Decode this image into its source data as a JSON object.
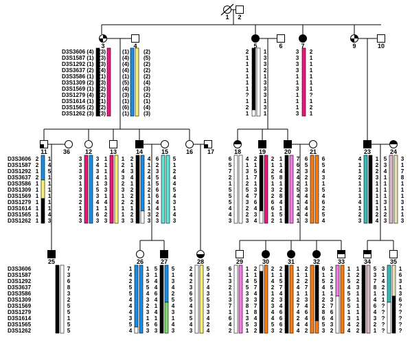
{
  "colors": {
    "black": "#000000",
    "magenta": "#e8197a",
    "blue": "#1e8ce0",
    "yellow": "#f6f07a",
    "cyan": "#5fe6d8",
    "orange": "#f47d18",
    "pink": "#f07ce0",
    "teal": "#3cb8b8",
    "mauve": "#d8b8c8",
    "beige": "#e8e0b8",
    "green": "#80d870",
    "white": "#ffffff"
  },
  "individuals": [
    {
      "id": "1",
      "sex": "F",
      "status": "deceased"
    },
    {
      "id": "2",
      "sex": "M"
    },
    {
      "id": "3",
      "sex": "F",
      "status": "half"
    },
    {
      "id": "4",
      "sex": "M"
    },
    {
      "id": "5",
      "sex": "F",
      "status": "affected"
    },
    {
      "id": "6",
      "sex": "M"
    },
    {
      "id": "7",
      "sex": "F",
      "status": "affected"
    },
    {
      "id": "9",
      "sex": "F",
      "status": "half"
    },
    {
      "id": "10",
      "sex": "M"
    },
    {
      "id": "11",
      "sex": "M",
      "status": "quarter"
    },
    {
      "id": "36",
      "sex": "F"
    },
    {
      "id": "12",
      "sex": "F"
    },
    {
      "id": "13",
      "sex": "M"
    },
    {
      "id": "14",
      "sex": "M",
      "status": "affected"
    },
    {
      "id": "15",
      "sex": "F"
    },
    {
      "id": "16",
      "sex": "F"
    },
    {
      "id": "17",
      "sex": "M",
      "status": "quarter"
    },
    {
      "id": "18",
      "sex": "F",
      "status": "tophalf"
    },
    {
      "id": "19",
      "sex": "M",
      "status": "affected"
    },
    {
      "id": "20",
      "sex": "M",
      "status": "affected"
    },
    {
      "id": "21",
      "sex": "F"
    },
    {
      "id": "23",
      "sex": "M",
      "status": "affected"
    },
    {
      "id": "24",
      "sex": "F",
      "status": "tophalf"
    },
    {
      "id": "25",
      "sex": "M",
      "status": "affected"
    },
    {
      "id": "26",
      "sex": "F"
    },
    {
      "id": "27",
      "sex": "M",
      "status": "affected"
    },
    {
      "id": "28",
      "sex": "F",
      "status": "bottomhalf"
    },
    {
      "id": "29",
      "sex": "M"
    },
    {
      "id": "30",
      "sex": "F",
      "status": "affected"
    },
    {
      "id": "31",
      "sex": "F",
      "status": "affected"
    },
    {
      "id": "32",
      "sex": "F",
      "status": "affected"
    },
    {
      "id": "33",
      "sex": "M",
      "status": "tophalf"
    },
    {
      "id": "34",
      "sex": "M",
      "status": "tophalf"
    },
    {
      "id": "35",
      "sex": "M"
    }
  ],
  "marker_lists": {
    "gen2": [
      "D3S3606 (4)",
      "D3S1587 (1)",
      "D3S1292 (1)",
      "D3S3637 (2)",
      "D3S3586 (1)",
      "D3S1309 (2)",
      "D3S1569 (1)",
      "D3S1279 (4)",
      "D3S1614 (1)",
      "D3S1565 (2)",
      "D3S1262 (3)"
    ],
    "gen3": [
      "D3S3606",
      "D3S1587",
      "D3S1292",
      "D3S3637",
      "D3S3586",
      "D3S1309",
      "D3S1569",
      "D3S1279",
      "D3S1614",
      "D3S1565",
      "D3S1262"
    ],
    "gen4": [
      "D3S3606",
      "D3S1587",
      "D3S1292",
      "D3S3637",
      "D3S3586",
      "D3S1309",
      "D3S1569",
      "D3S1279",
      "D3S1614",
      "D3S1565",
      "D3S1262"
    ]
  },
  "haplotypes": {
    "3": [
      [
        "(3)",
        "(3)",
        "(3)",
        "(4)",
        "(1)",
        "(3)",
        "(2)",
        "(2)",
        "(1)",
        "(2)",
        "(3)"
      ]
    ],
    "4": [
      [
        "(1)",
        "(4)",
        "(4)",
        "(4)",
        "(1)",
        "(5)",
        "(4)",
        "(3)",
        "(1)",
        "(6)",
        "(1)"
      ],
      [
        "(2)",
        "(5)",
        "(2)",
        "(2)",
        "(2)",
        "(4)",
        "(3)",
        "(2)",
        "(1)",
        "(4)",
        "(3)"
      ]
    ],
    "5": [
      [
        "2",
        "1",
        "1",
        "1",
        "1",
        "1",
        "1",
        "?",
        "1",
        "2",
        "1"
      ],
      [
        "1",
        "3",
        "3",
        "2",
        "1",
        "3",
        "3",
        "3",
        "1",
        "3",
        "1"
      ]
    ],
    "7": [
      [
        "3",
        "3",
        "3",
        "3",
        "1",
        "1",
        "3",
        "1",
        "1",
        "1",
        "3"
      ],
      [
        "2",
        "1",
        "1",
        "1",
        "1",
        "1",
        "1",
        "?",
        "1",
        "2",
        "1"
      ]
    ],
    "11": [
      [
        "2",
        "2",
        "1",
        "2",
        "1",
        "1",
        "1",
        "1",
        "1",
        "1",
        "1"
      ],
      [
        "1",
        "4",
        "5",
        "1",
        "1",
        "1",
        "1",
        "1",
        "1",
        "4",
        "3"
      ]
    ],
    "12": [
      [
        "3",
        "3",
        "3",
        "3",
        "1",
        "3",
        "3",
        "2",
        "1",
        "2",
        "3"
      ],
      [
        "3",
        "4",
        "3",
        "4",
        "1",
        "5",
        "3",
        "4",
        "1",
        "6",
        "3"
      ]
    ],
    "13": [
      [
        "1",
        "1",
        "1",
        "1",
        "3",
        "3",
        "1",
        "4",
        "1",
        "2",
        "3"
      ],
      [
        "1",
        "2",
        "4",
        "3",
        "2",
        "3",
        "1",
        "2",
        "1",
        "1",
        "3"
      ]
    ],
    "14": [
      [
        "2",
        "1",
        "3",
        "4",
        "1",
        "2",
        "2",
        "2",
        "1",
        "2",
        "3"
      ],
      [
        "4",
        "1",
        "2",
        "4",
        "1",
        "2",
        "1",
        "1",
        "1",
        "3",
        "3"
      ]
    ],
    "15": [
      [
        "6",
        "2",
        "3",
        "5",
        "5",
        "6",
        "6",
        "4",
        "4",
        "2",
        "3"
      ],
      [
        "5",
        "1",
        "2",
        "4",
        "4",
        "5",
        "4",
        "3",
        "1",
        "4",
        "3"
      ]
    ],
    "18": [
      [
        "6",
        "5",
        "7",
        "2",
        "1",
        "5",
        "5",
        "5",
        "4",
        "4",
        "3"
      ],
      [
        "4",
        "1",
        "3",
        "1",
        "2",
        "5",
        "4",
        "3",
        "2",
        "2",
        "3"
      ]
    ],
    "19": [
      [
        "2",
        "1",
        "5",
        "7",
        "1",
        "3",
        "7",
        "6",
        "4",
        "3",
        "4"
      ],
      [
        "2",
        "1",
        "2",
        "5",
        "1",
        "3",
        "2",
        "6",
        "6",
        "1",
        "2"
      ]
    ],
    "20": [
      [
        "1",
        "1",
        "4",
        "8",
        "1",
        "2",
        "8",
        "4",
        "1",
        "5",
        "1"
      ],
      [
        "7",
        "6",
        "2",
        "4",
        "2",
        "5",
        "4",
        "1",
        "1",
        "4",
        "1"
      ]
    ],
    "21": [
      [
        "6",
        "5",
        "3",
        "2",
        "1",
        "3",
        "4",
        "4",
        "4",
        "4",
        "3"
      ],
      [
        "6",
        "5",
        "4",
        "3",
        "1",
        "5",
        "4",
        "6",
        "2",
        "5",
        "4"
      ]
    ],
    "23": [
      [
        "4",
        "1",
        "1",
        "2",
        "1",
        "1",
        "1",
        "4",
        "1",
        "2",
        "3"
      ],
      [
        "1",
        "2",
        "2",
        "3",
        "1",
        "1",
        "1",
        "1",
        "1",
        "2",
        "4"
      ]
    ],
    "24": [
      [
        "5",
        "3",
        "4",
        "1",
        "1",
        "1",
        "1",
        "3",
        "1",
        "2",
        "3"
      ],
      [
        "3",
        "1",
        "7",
        "8",
        "1",
        "1",
        "1",
        "3",
        "1",
        "1",
        "3"
      ]
    ],
    "25": [
      [
        "7",
        "3",
        "6",
        "8",
        "3",
        "2",
        "5",
        "5",
        "1",
        "5",
        "5"
      ]
    ],
    "26": [
      [
        "1",
        "4",
        "2",
        "5",
        "5",
        "4",
        "4",
        "4",
        "3",
        "5",
        "4"
      ],
      [
        "1",
        "3",
        "5",
        "5",
        "4",
        "3",
        "2",
        "3",
        "1",
        "5",
        "3"
      ]
    ],
    "27": [
      [
        "5",
        "1",
        "4",
        "4",
        "6",
        "4",
        "1",
        "4",
        "1",
        "6",
        "3"
      ],
      [
        "5",
        "1",
        "3",
        "4",
        "2",
        "5",
        "4",
        "3",
        "1",
        "4",
        "3"
      ]
    ],
    "28": [
      [
        "2",
        "4",
        "2",
        "3",
        "6",
        "5",
        "4",
        "3",
        "5",
        "4",
        "3"
      ],
      [
        "5",
        "4",
        "7",
        "4",
        "3",
        "5",
        "3",
        "3",
        "4",
        "2",
        "4"
      ]
    ],
    "29": [
      [
        "6",
        "1",
        "3",
        "2",
        "1",
        "3",
        "7",
        "1",
        "6",
        "4",
        "2"
      ],
      [
        "1",
        "1",
        "4",
        "5",
        "3",
        "3",
        "8",
        "1",
        "3",
        "5",
        "1"
      ]
    ],
    "30": [
      [
        "2",
        "1",
        "5",
        "7",
        "4",
        "3",
        "7",
        "8",
        "4",
        "3",
        "2"
      ],
      [
        "2",
        "1",
        "4",
        "2",
        "1",
        "2",
        "3",
        "4",
        "4",
        "5",
        "3"
      ]
    ],
    "31": [
      [
        "2",
        "1",
        "5",
        "7",
        "4",
        "3",
        "4",
        "6",
        "6",
        "6",
        "2"
      ],
      [
        "1",
        "1",
        "2",
        "4",
        "1",
        "2",
        "7",
        "4",
        "2",
        "4",
        "4"
      ]
    ],
    "32": [
      [
        "2",
        "1",
        "2",
        "7",
        "1",
        "3",
        "4",
        "6",
        "4",
        "4",
        "2"
      ],
      [
        "6",
        "1",
        "5",
        "4",
        "1",
        "2",
        "2",
        "8",
        "6",
        "5",
        "3"
      ]
    ],
    "33": [
      [
        "2",
        "1",
        "2",
        "5",
        "1",
        "3",
        "7",
        "6",
        "4",
        "3",
        "2"
      ],
      [
        "1",
        "1",
        "5",
        "4",
        "5",
        "5",
        "5",
        "1",
        "3",
        "4",
        "4"
      ]
    ],
    "34": [
      [
        "1",
        "2",
        "2",
        "3",
        "1",
        "1",
        "1",
        "1",
        "1",
        "2",
        "2"
      ],
      [
        "5",
        "3",
        "7",
        "8",
        "1",
        "4",
        "6",
        "4",
        "3",
        "2",
        "1"
      ]
    ],
    "35": [
      [
        "3",
        "1",
        "4",
        "2",
        "1",
        "1",
        "?",
        "?",
        "?",
        "?",
        "?"
      ],
      [
        "1",
        "6",
        "3",
        "1",
        "3",
        "6",
        "?",
        "?",
        "?",
        "?",
        "?"
      ]
    ]
  }
}
